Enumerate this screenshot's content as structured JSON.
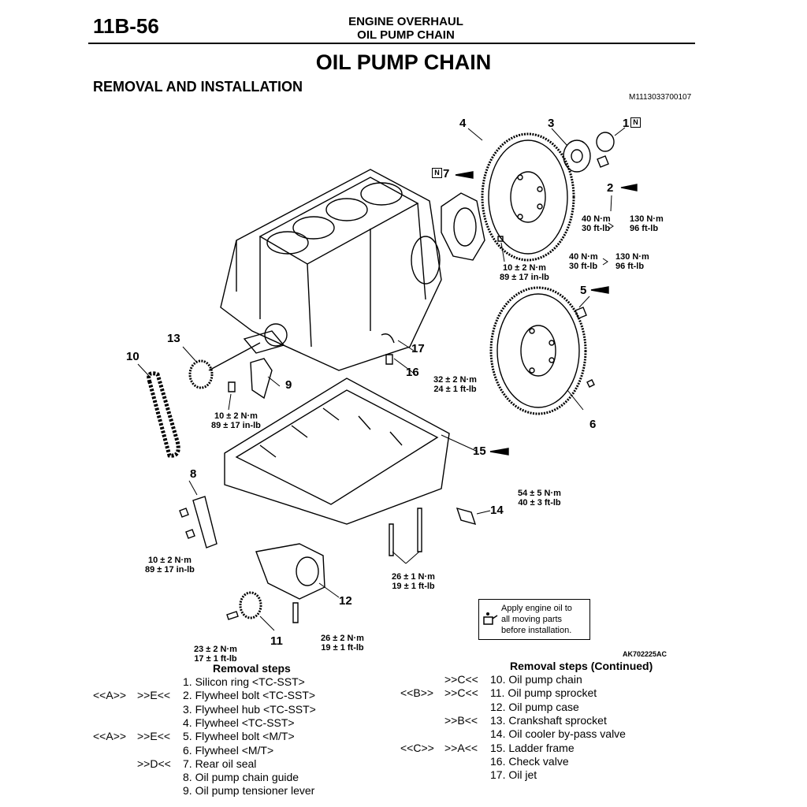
{
  "header": {
    "page_number": "11B-56",
    "section": "ENGINE OVERHAUL",
    "subsection": "OIL PUMP CHAIN"
  },
  "title": "OIL PUMP CHAIN",
  "subtitle": "REMOVAL AND INSTALLATION",
  "ref_code": "M1113033700107",
  "figure_code": "AK702225AC",
  "callouts": [
    "1",
    "2",
    "3",
    "4",
    "5",
    "6",
    "7",
    "8",
    "9",
    "10",
    "11",
    "12",
    "13",
    "14",
    "15",
    "16",
    "17"
  ],
  "torques": {
    "t2": [
      "40 N·m",
      "30 ft-lb"
    ],
    "t2b": [
      "130 N·m",
      "96 ft-lb"
    ],
    "t5": [
      "40 N·m",
      "30 ft-lb"
    ],
    "t5b": [
      "130 N·m",
      "96 ft-lb"
    ],
    "t7": [
      "10 ± 2 N·m",
      "89 ± 17 in-lb"
    ],
    "t16": [
      "32 ± 2 N·m",
      "24 ± 1 ft-lb"
    ],
    "t9": [
      "10 ± 2 N·m",
      "89 ± 17 in-lb"
    ],
    "t14": [
      "54 ± 5 N·m",
      "40 ± 3 ft-lb"
    ],
    "t8": [
      "10 ± 2 N·m",
      "89 ± 17 in-lb"
    ],
    "t15": [
      "26 ± 1 N·m",
      "19 ± 1 ft-lb"
    ],
    "t11": [
      "23 ± 2 N·m",
      "17 ± 1 ft-lb"
    ],
    "t12": [
      "26 ± 2 N·m",
      "19 ± 1 ft-lb"
    ]
  },
  "oil_note": [
    "Apply engine oil to",
    "all moving parts",
    "before installation."
  ],
  "removal_steps": {
    "heading": "Removal steps",
    "items": [
      {
        "c1": "",
        "c2": "",
        "text": "1.  Silicon ring <TC-SST>"
      },
      {
        "c1": "<<A>>",
        "c2": ">>E<<",
        "text": "2.  Flywheel bolt <TC-SST>"
      },
      {
        "c1": "",
        "c2": "",
        "text": "3.  Flywheel hub <TC-SST>"
      },
      {
        "c1": "",
        "c2": "",
        "text": "4.  Flywheel <TC-SST>"
      },
      {
        "c1": "<<A>>",
        "c2": ">>E<<",
        "text": "5.  Flywheel bolt <M/T>"
      },
      {
        "c1": "",
        "c2": "",
        "text": "6.  Flywheel <M/T>"
      },
      {
        "c1": "",
        "c2": ">>D<<",
        "text": "7.  Rear oil seal"
      },
      {
        "c1": "",
        "c2": "",
        "text": "8.  Oil pump chain guide"
      },
      {
        "c1": "",
        "c2": "",
        "text": "9.  Oil pump tensioner lever"
      }
    ]
  },
  "removal_steps_cont": {
    "heading": "Removal steps (Continued)",
    "items": [
      {
        "c1": "",
        "c2": ">>C<<",
        "text": "10. Oil pump chain"
      },
      {
        "c1": "<<B>>",
        "c2": ">>C<<",
        "text": "11. Oil pump sprocket"
      },
      {
        "c1": "",
        "c2": "",
        "text": "12. Oil pump case"
      },
      {
        "c1": "",
        "c2": ">>B<<",
        "text": "13. Crankshaft sprocket"
      },
      {
        "c1": "",
        "c2": "",
        "text": "14. Oil cooler by-pass valve"
      },
      {
        "c1": "<<C>>",
        "c2": ">>A<<",
        "text": "15. Ladder frame"
      },
      {
        "c1": "",
        "c2": "",
        "text": "16. Check valve"
      },
      {
        "c1": "",
        "c2": "",
        "text": "17. Oil jet"
      }
    ]
  }
}
